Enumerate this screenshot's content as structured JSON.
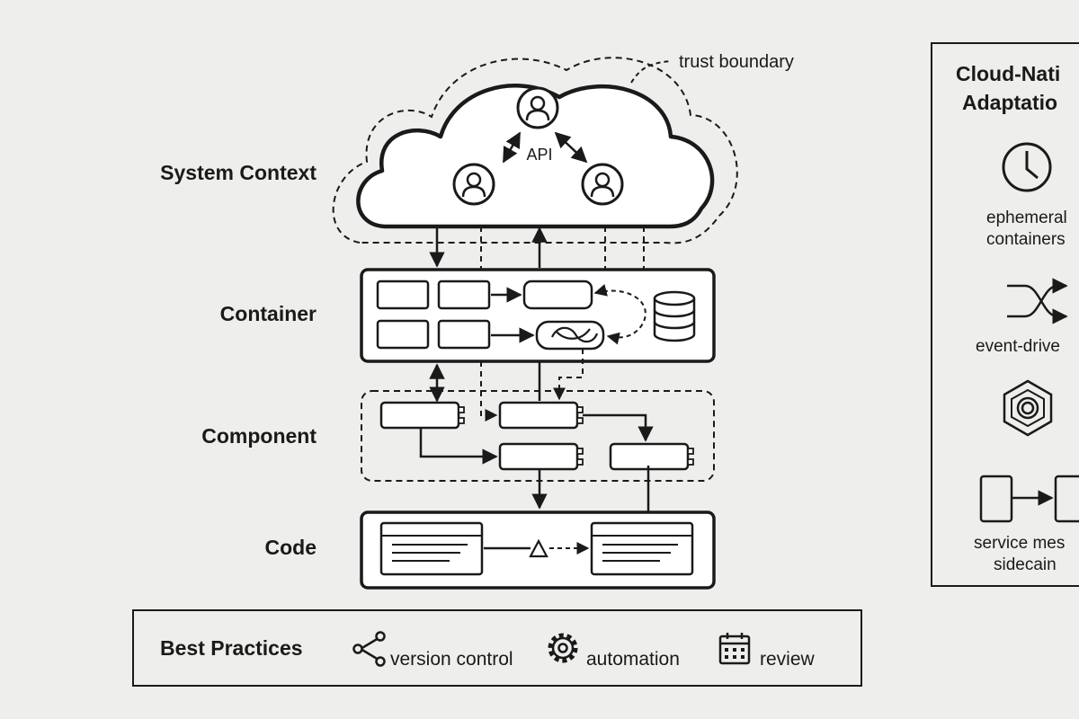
{
  "layers": {
    "system_context": "System Context",
    "container": "Container",
    "component": "Component",
    "code": "Code"
  },
  "cloud": {
    "annotation": "trust boundary",
    "api_label": "API"
  },
  "best_practices": {
    "title": "Best Practices",
    "items": [
      {
        "label": "version control",
        "icon": "share-nodes-icon"
      },
      {
        "label": "automation",
        "icon": "gear-icon"
      },
      {
        "label": "review",
        "icon": "calendar-icon"
      }
    ]
  },
  "cloud_native": {
    "title_line1": "Cloud-Nati",
    "title_line2": "Adaptatio",
    "items": [
      {
        "line1": "ephemeral",
        "line2": "containers",
        "icon": "clock-icon"
      },
      {
        "line1": "event-drive",
        "line2": "",
        "icon": "shuffle-icon"
      },
      {
        "line1": "",
        "line2": "",
        "icon": "hexagon-icon"
      },
      {
        "line1": "service mes",
        "line2": "sidecain",
        "icon": "sidecar-icon"
      }
    ]
  },
  "colors": {
    "ink": "#1a1a1a",
    "background": "#eeeeec",
    "box_fill": "#ffffff"
  }
}
